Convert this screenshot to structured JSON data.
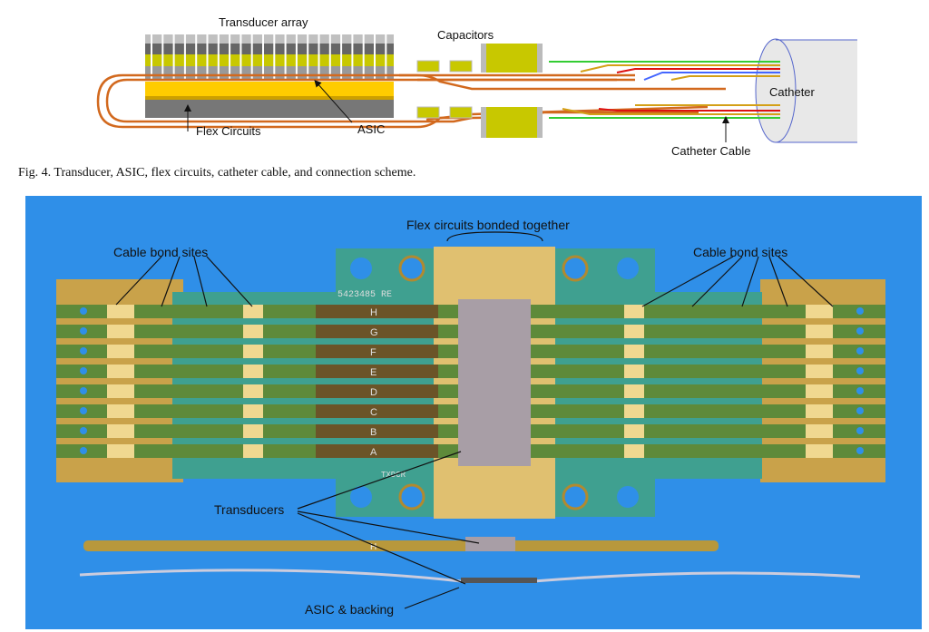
{
  "diagram": {
    "labels": {
      "transducer_array": "Transducer array",
      "capacitors": "Capacitors",
      "catheter": "Catheter",
      "flex_circuits": "Flex Circuits",
      "asic": "ASIC",
      "catheter_cable": "Catheter Cable"
    },
    "colors": {
      "flex": "#d2691e",
      "capacitor": "#cccc00",
      "asic": "#ffcc00",
      "wire_green": "#33cc33",
      "wire_red": "#dd1111",
      "wire_blue": "#4466ff",
      "wire_gold": "#d4a017"
    }
  },
  "caption": "Fig. 4.  Transducer, ASIC, flex circuits, catheter cable, and connection scheme.",
  "photo": {
    "labels": {
      "flex_bonded": "Flex circuits bonded together",
      "cable_bond_left": "Cable bond sites",
      "cable_bond_right": "Cable bond sites",
      "transducers": "Transducers",
      "asic_backing": "ASIC & backing"
    },
    "part_number": "5423485 RE",
    "board_mark": "TXDCR",
    "row_letters": [
      "H",
      "G",
      "F",
      "E",
      "D",
      "C",
      "B",
      "A"
    ],
    "strip_letter": "H",
    "background_color": "#2f8fe8"
  }
}
